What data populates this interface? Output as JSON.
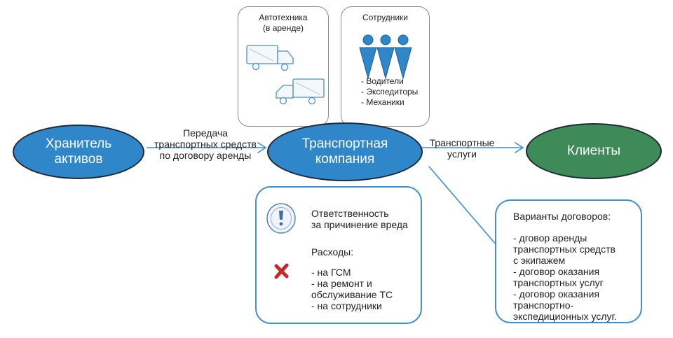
{
  "nodes": {
    "holder": "Хранитель\nактивов",
    "company": "Транспортная\nкомпания",
    "clients": "Клиенты"
  },
  "edges": {
    "lease": "Передача\nтранспортных средств\nпо договору аренды",
    "services": "Транспортные\nуслуги"
  },
  "vehicles_box": {
    "title": "Автотехника\n(в аренде)"
  },
  "staff_box": {
    "title": "Сотрудники",
    "items": [
      "- Водители",
      "- Экспедиторы",
      "- Механики"
    ]
  },
  "liability_box": {
    "responsibility": "Ответственность\nза причинение вреда",
    "expenses_title": "Расходы:",
    "expenses": [
      "- на ГСМ",
      "- на ремонт и\nобслуживание ТС",
      "- на сотрудники"
    ]
  },
  "contracts_box": {
    "title": "Варианты договоров:",
    "items": [
      "- дговор аренды\nтранспортных средств\nс экипажем",
      "- договор оказания\nтранспортных услуг",
      "- договор оказания\nтранспортно-\nэкспедиционных услуг."
    ]
  },
  "colors": {
    "holder_fill": "#2f86c9",
    "company_fill": "#2f86c9",
    "clients_fill": "#3e8a58",
    "accent_blue": "#3f8fd0",
    "cross_red": "#c62828"
  },
  "icons": [
    "truck-icon",
    "person-icon",
    "exclamation-icon",
    "cross-icon"
  ]
}
